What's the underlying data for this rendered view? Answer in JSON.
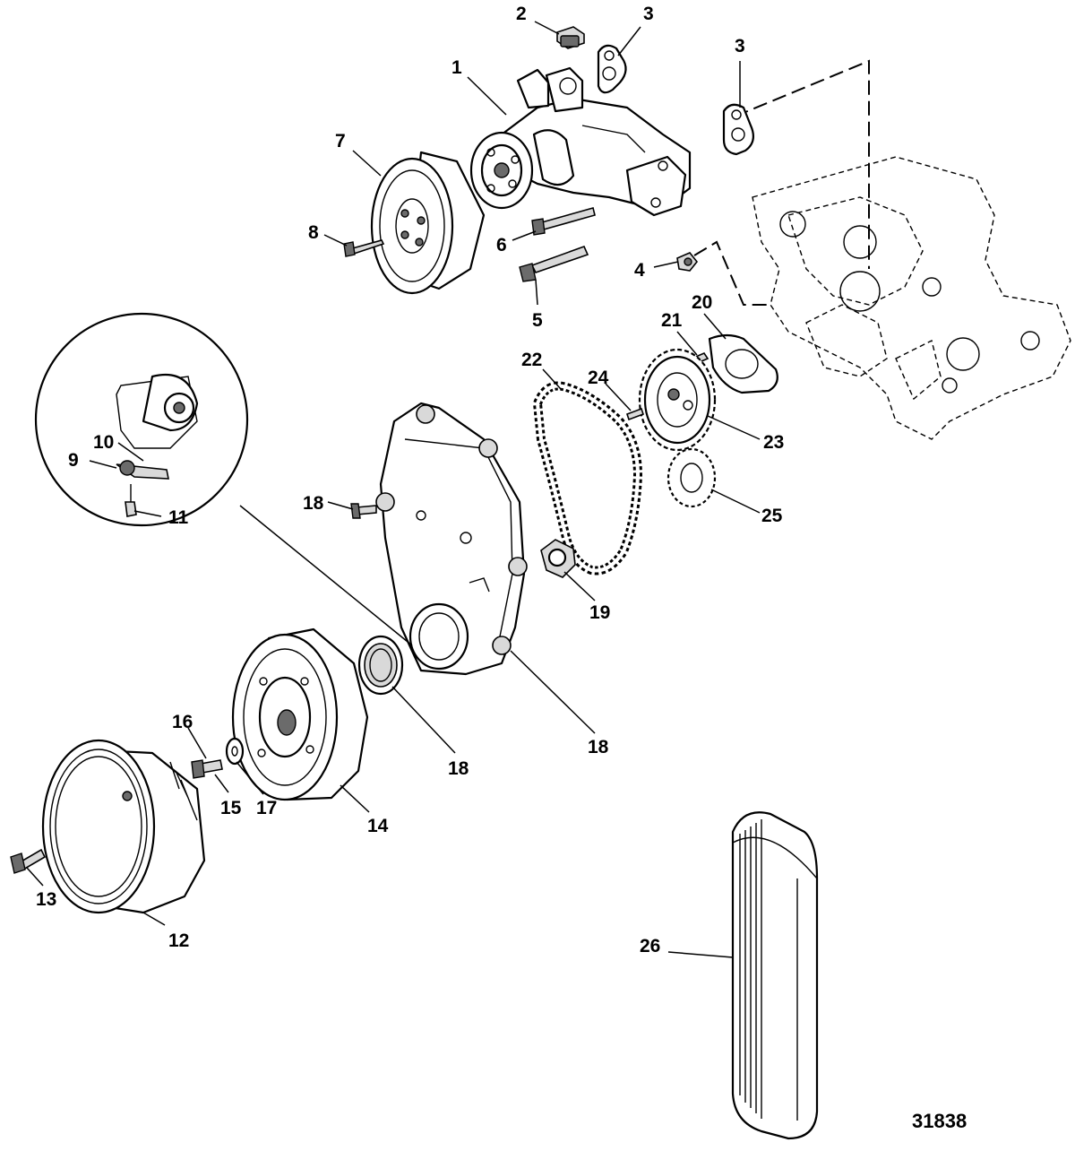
{
  "figure_number": "31838",
  "callouts": {
    "c1": "1",
    "c2": "2",
    "c3a": "3",
    "c3b": "3",
    "c4": "4",
    "c5": "5",
    "c6": "6",
    "c7": "7",
    "c8": "8",
    "c9": "9",
    "c10": "10",
    "c11": "11",
    "c12": "12",
    "c13": "13",
    "c14": "14",
    "c15": "15",
    "c16": "16",
    "c17": "17",
    "c18a": "18",
    "c18b": "18",
    "c18c": "18",
    "c19": "19",
    "c20": "20",
    "c21": "21",
    "c22": "22",
    "c23": "23",
    "c24": "24",
    "c25": "25",
    "c26": "26"
  }
}
